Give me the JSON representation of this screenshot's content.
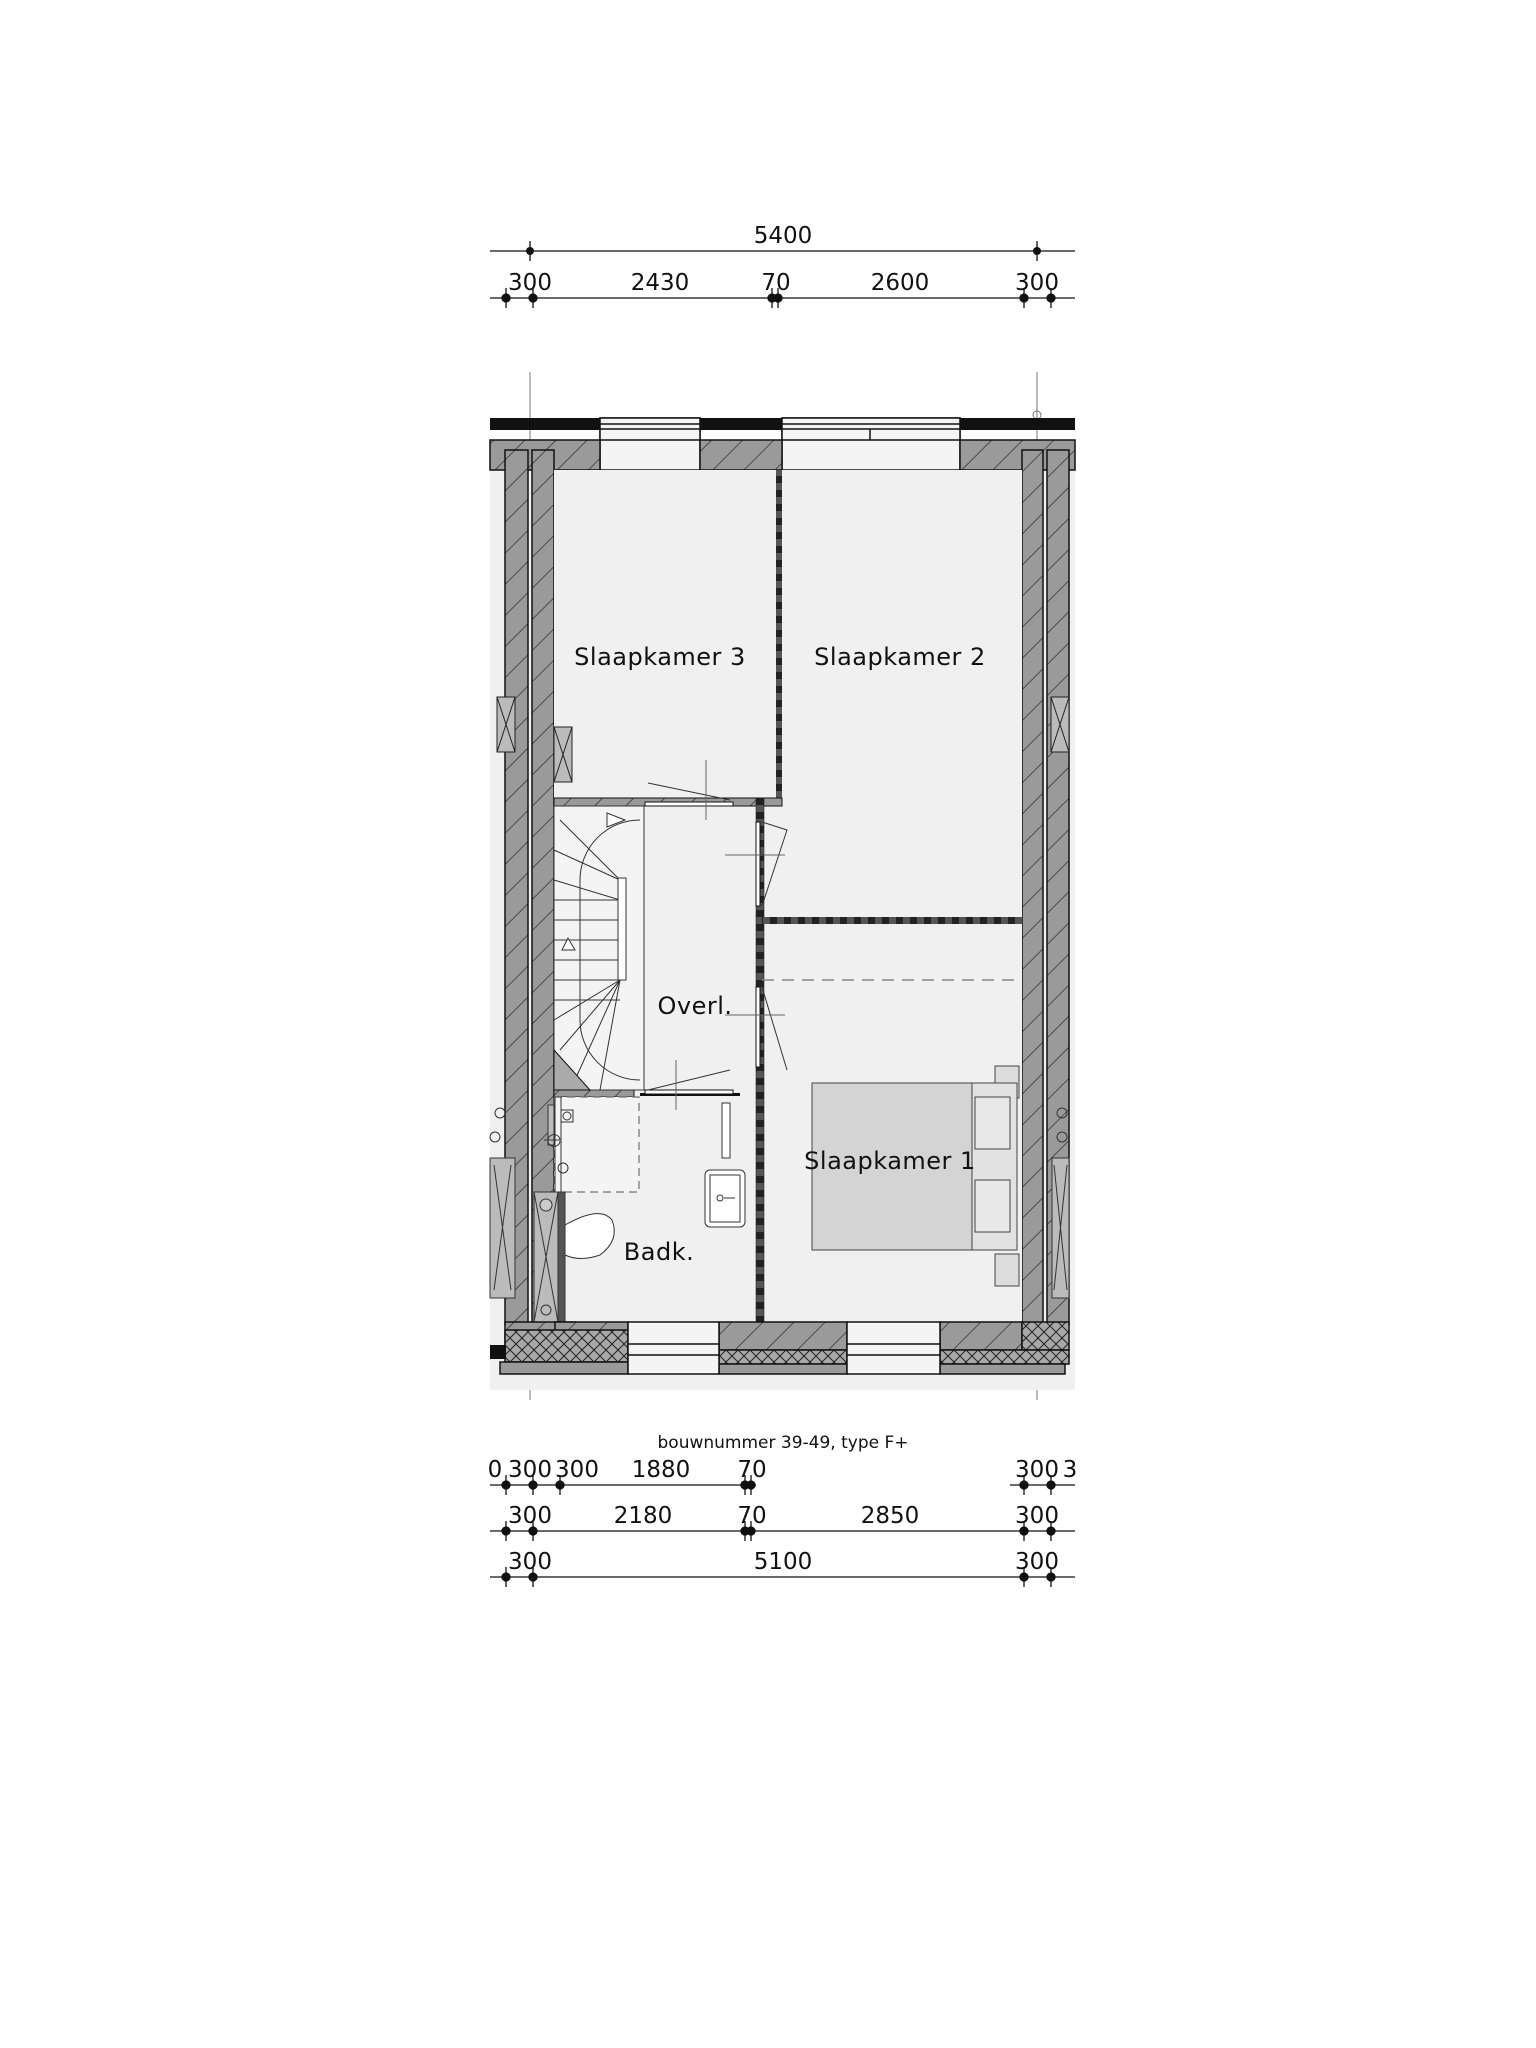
{
  "drawing": {
    "type": "floor plan",
    "floor": "first floor (verdieping)",
    "caption": "bouwnummer 39-49, type F+",
    "colors": {
      "background": "#ffffff",
      "room_floor": "#f0f0f0",
      "wall_fill": "#9a9a9a",
      "insulation_fill": "#a8a8a8",
      "line": "#111111",
      "bed_fill": "#dcdcdc"
    }
  },
  "rooms": [
    {
      "id": "slaapkamer3",
      "label": "Slaapkamer 3"
    },
    {
      "id": "slaapkamer2",
      "label": "Slaapkamer 2"
    },
    {
      "id": "overloop",
      "label": "Overl."
    },
    {
      "id": "slaapkamer1",
      "label": "Slaapkamer 1"
    },
    {
      "id": "badkamer",
      "label": "Badk."
    }
  ],
  "top_dimensions": {
    "overall": {
      "label": "5400"
    },
    "segments": [
      {
        "label": "300"
      },
      {
        "label": "2430"
      },
      {
        "label": "70"
      },
      {
        "label": "2600"
      },
      {
        "label": "300"
      }
    ]
  },
  "bottom_dimensions": {
    "row1": [
      {
        "label": "0"
      },
      {
        "label": "300"
      },
      {
        "label": "300"
      },
      {
        "label": "1880"
      },
      {
        "label": "70"
      },
      {
        "label": "300"
      },
      {
        "label": "3"
      }
    ],
    "row2": [
      {
        "label": "300"
      },
      {
        "label": "2180"
      },
      {
        "label": "70"
      },
      {
        "label": "2850"
      },
      {
        "label": "300"
      }
    ],
    "row3": [
      {
        "label": "300"
      },
      {
        "label": "5100"
      },
      {
        "label": "300"
      }
    ]
  }
}
